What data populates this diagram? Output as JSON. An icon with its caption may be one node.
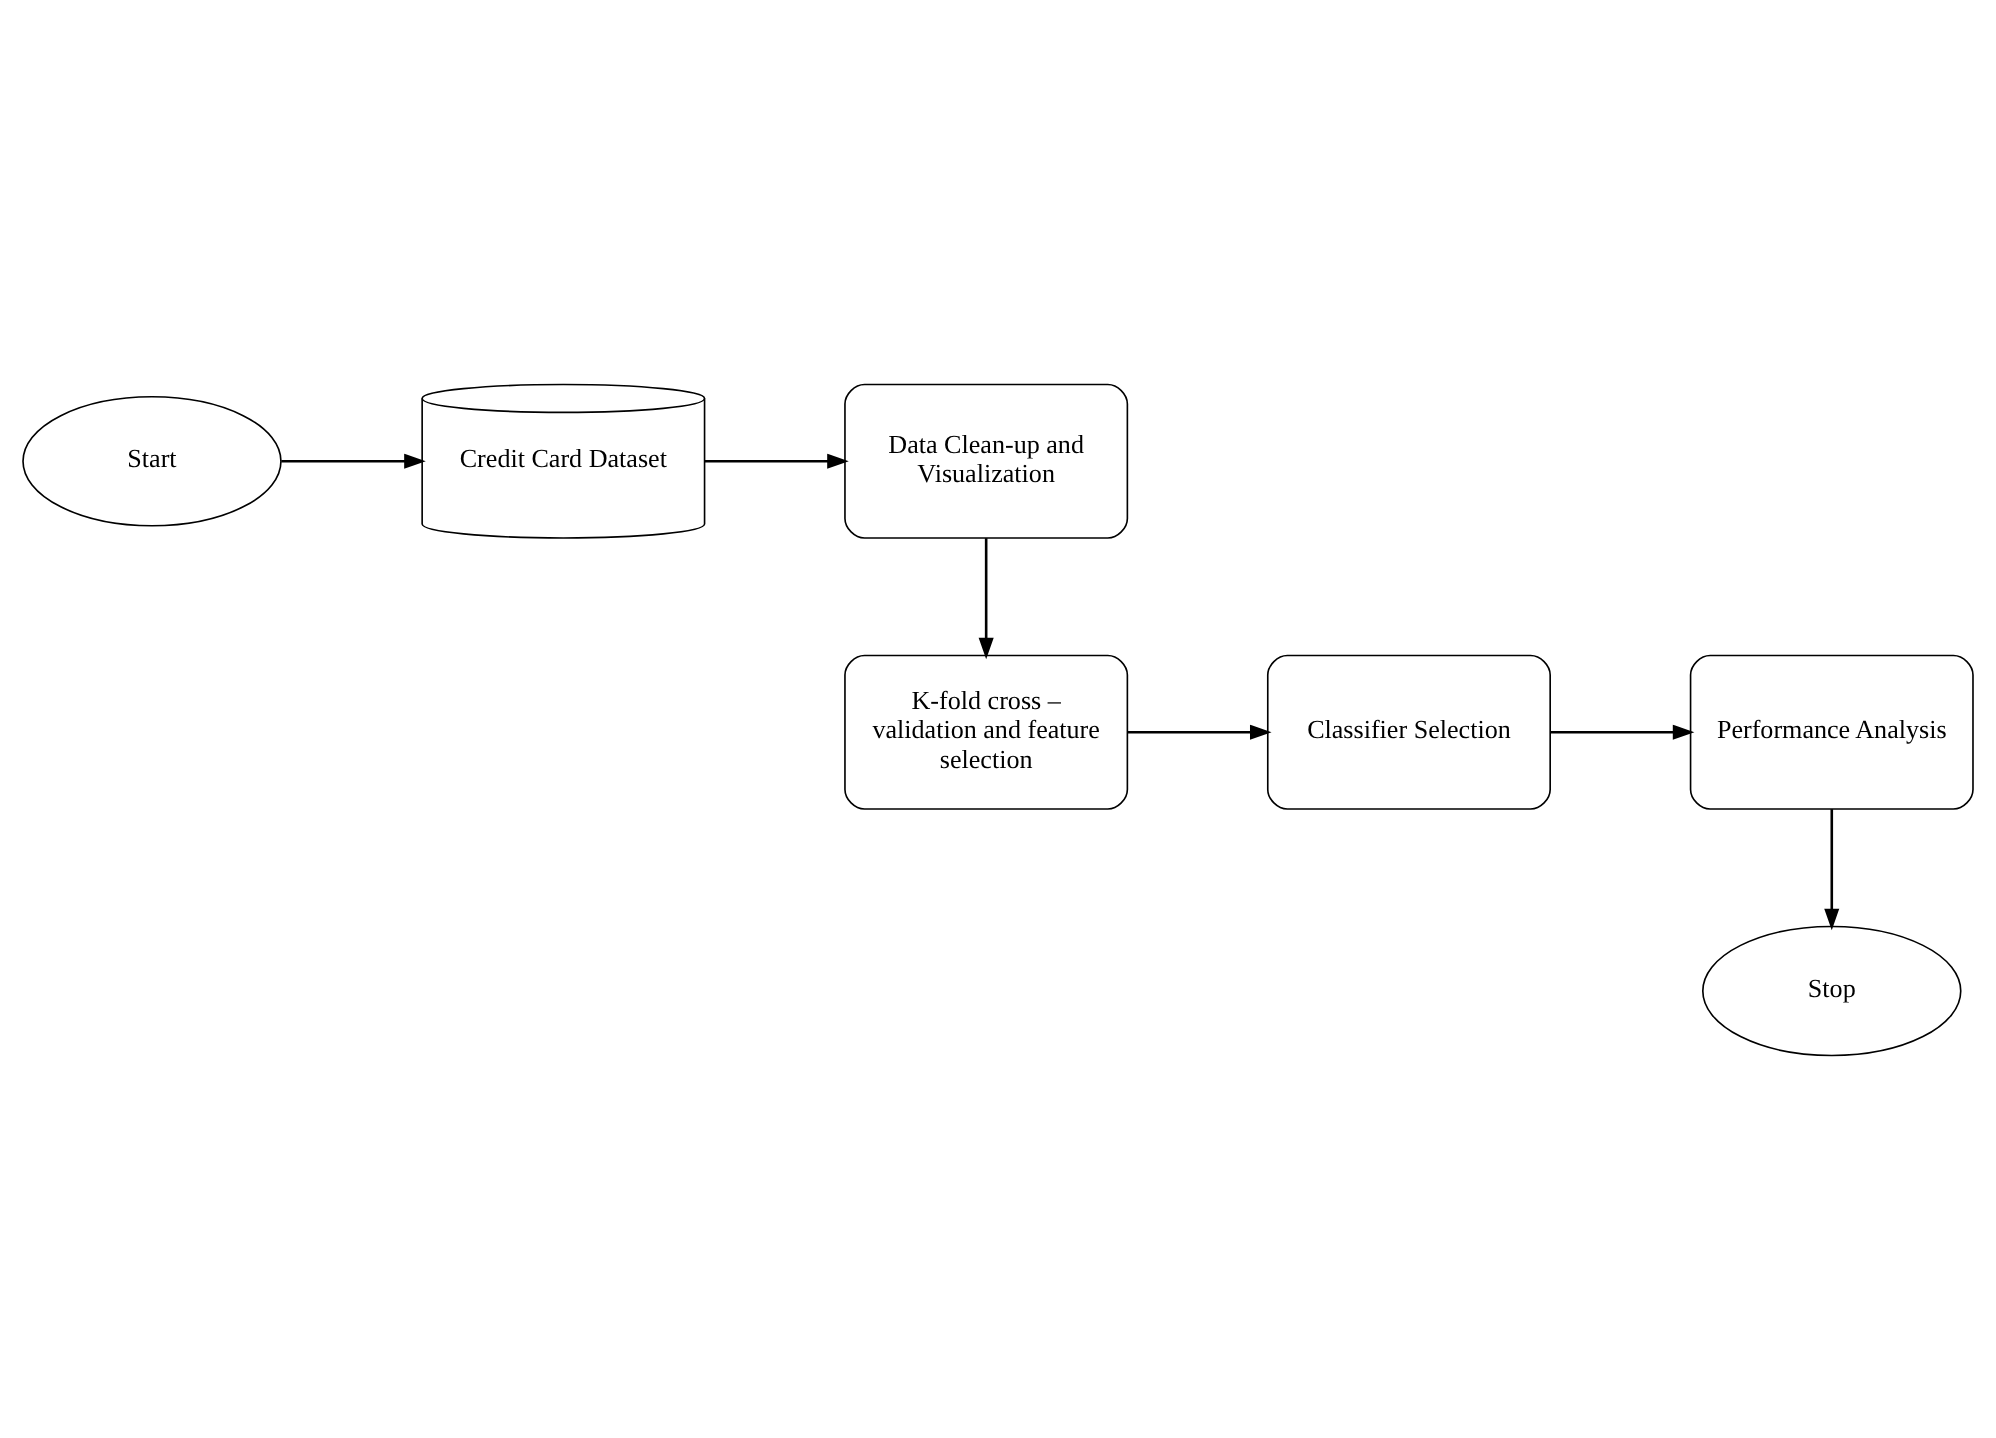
{
  "diagram": {
    "nodes": [
      {
        "text": [
          "Start"
        ]
      },
      {
        "text": [
          "Credit Card Dataset"
        ]
      },
      {
        "text": [
          "Data Clean-up and Visualization"
        ]
      },
      {
        "text": [
          "K-fold cross – validation and feature selection"
        ]
      },
      {
        "text": [
          "Classifier Selection"
        ]
      },
      {
        "text": [
          "Performance Analysis"
        ]
      },
      {
        "text": [
          "Stop"
        ]
      }
    ],
    "edges": [
      {
        "from": 0,
        "to": 1,
        "arrow": "to"
      },
      {
        "from": 1,
        "to": 2,
        "arrow": "to"
      },
      {
        "from": 2,
        "to": 3,
        "arrow": "to"
      },
      {
        "from": 3,
        "to": 4,
        "arrow": "to"
      },
      {
        "from": 4,
        "to": 5,
        "arrow": "to"
      },
      {
        "from": 5,
        "to": 6,
        "arrow": "to"
      }
    ]
  }
}
